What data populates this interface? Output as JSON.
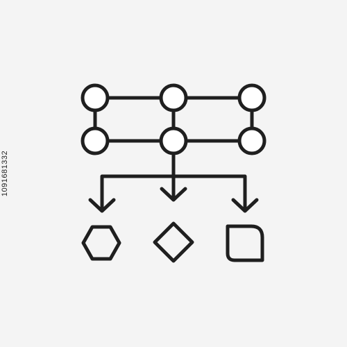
{
  "image_id_text": "1091681332",
  "colors": {
    "background": "#f4f4f4",
    "stroke": "#1f1f1f",
    "node_fill": "#ffffff"
  },
  "icon": {
    "name": "workflow-hierarchy-icon",
    "node_rows": 2,
    "node_columns": 3,
    "output_shapes": [
      "hexagon",
      "diamond",
      "rounded-square"
    ]
  }
}
